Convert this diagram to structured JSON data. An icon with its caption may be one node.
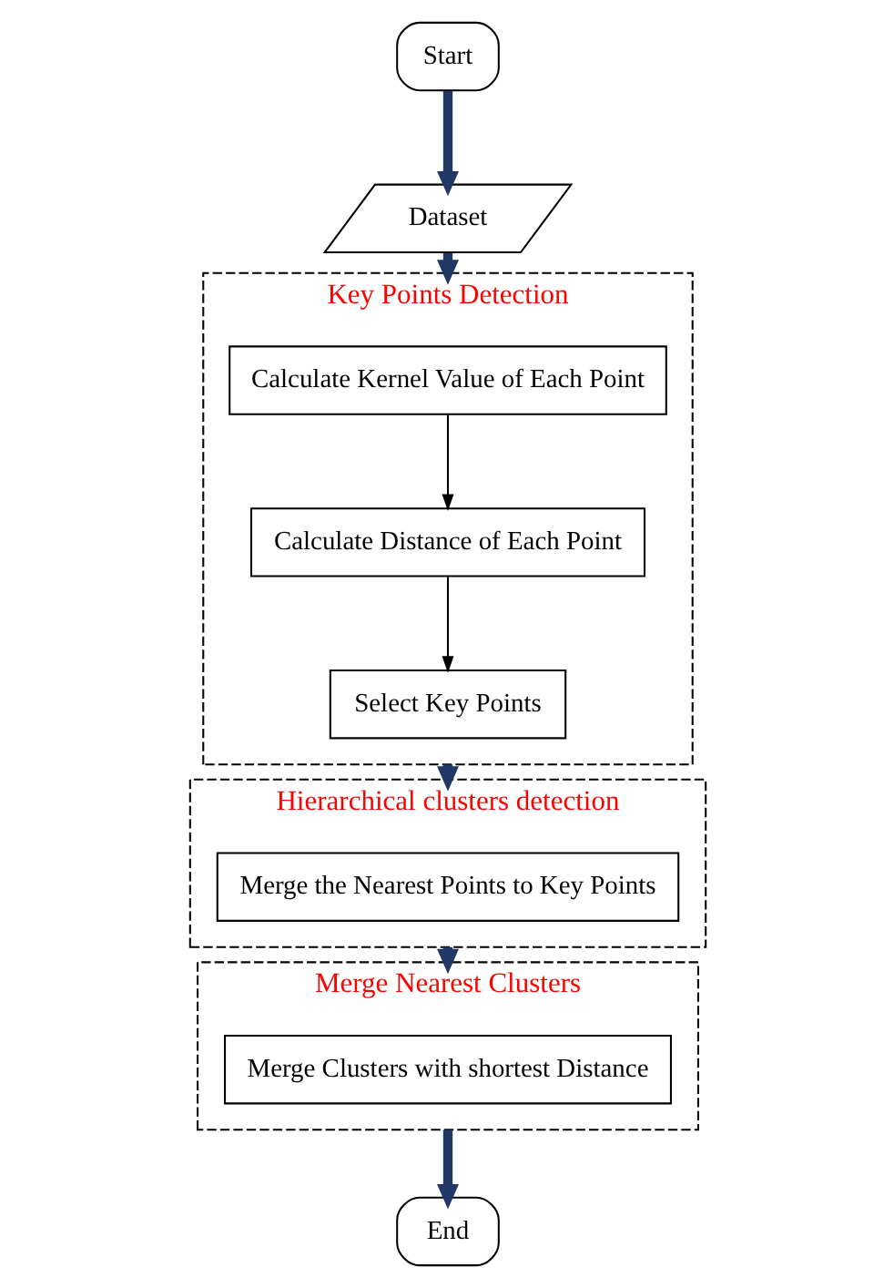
{
  "diagram": {
    "nodes": [
      {
        "text": [
          "Start"
        ]
      },
      {
        "text": [
          "Dataset"
        ]
      },
      {
        "text": [
          "Key Points Detection"
        ]
      },
      {
        "text": [
          "Calculate Kernel Value of Each Point"
        ],
        "in": 2
      },
      {
        "text": [
          "Calculate Distance of Each Point"
        ],
        "in": 2
      },
      {
        "text": [
          "Select Key Points"
        ],
        "in": 2
      },
      {
        "text": [
          "Hierarchical clusters detection"
        ]
      },
      {
        "text": [
          "Merge the Nearest Points to Key Points"
        ],
        "in": 6
      },
      {
        "text": [
          "Merge Nearest Clusters"
        ]
      },
      {
        "text": [
          "Merge Clusters with shortest Distance"
        ],
        "in": 8
      },
      {
        "text": [
          "End"
        ]
      }
    ],
    "edges": [
      {
        "from": 0,
        "to": 1,
        "arrow": "to"
      },
      {
        "from": 1,
        "to": 2,
        "arrow": "to"
      },
      {
        "from": 3,
        "to": 4,
        "arrow": "to",
        "color": "#000000"
      },
      {
        "from": 4,
        "to": 5,
        "arrow": "to",
        "color": "#000000"
      },
      {
        "from": 2,
        "to": 6,
        "arrow": "to"
      },
      {
        "from": 6,
        "to": 8,
        "arrow": "to"
      },
      {
        "from": 8,
        "to": 10,
        "arrow": "to"
      }
    ]
  }
}
